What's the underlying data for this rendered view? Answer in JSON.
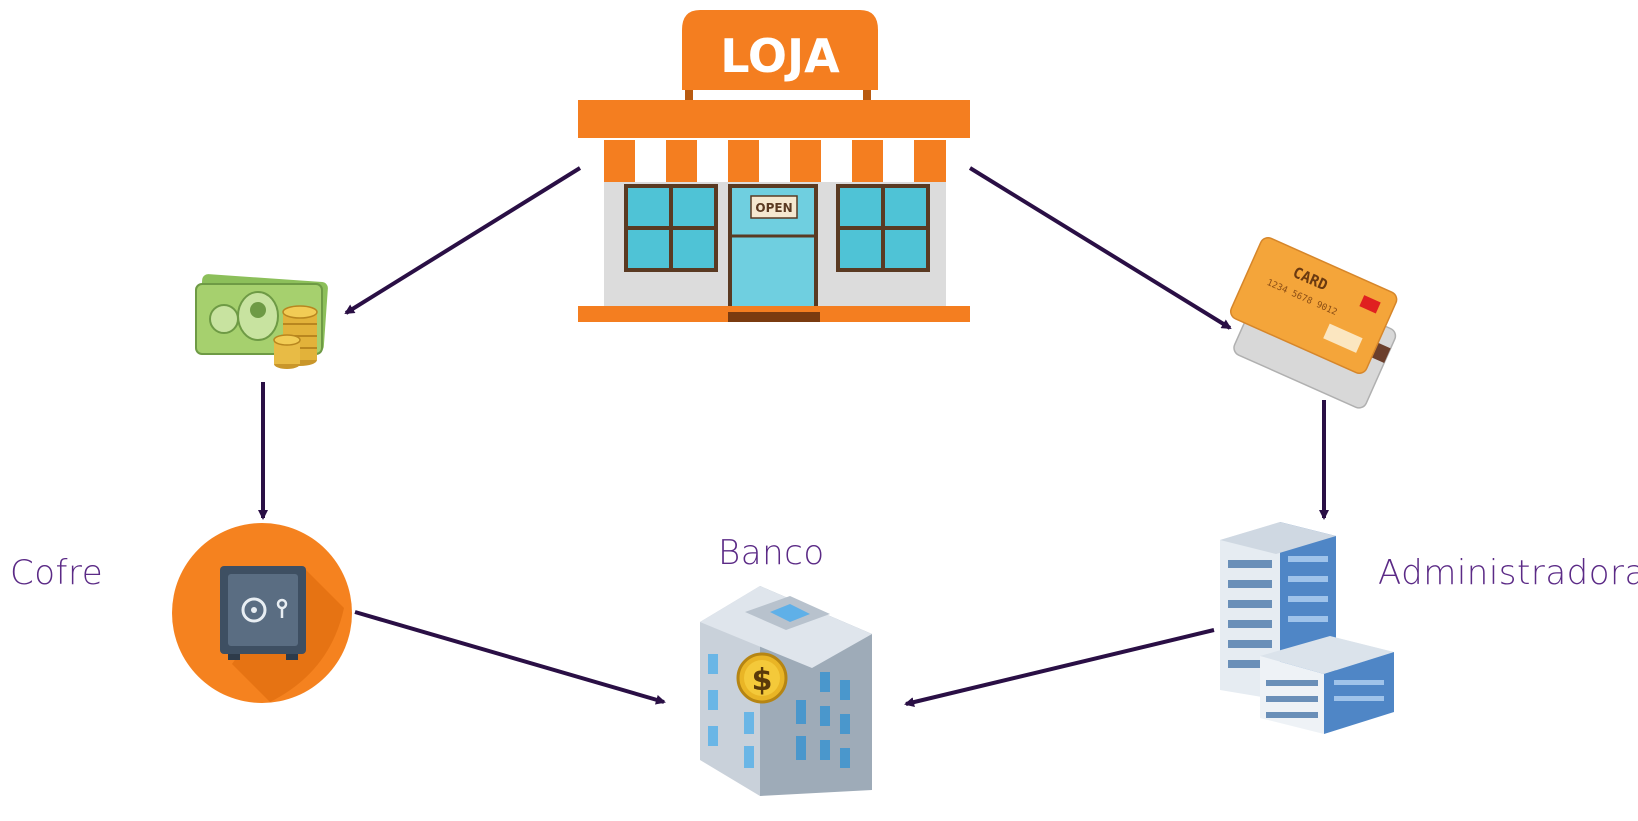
{
  "store": {
    "sign": "LOJA",
    "door_sign": "OPEN"
  },
  "card": {
    "title": "CARD",
    "number": "1234 5678 9012"
  },
  "labels": {
    "cofre": "Cofre",
    "banco": "Banco",
    "administradoras": "Administradoras"
  },
  "bank_symbol": "$",
  "colors": {
    "arrow": "#2a0f45",
    "label": "#5b2a86",
    "orange": "#f5821f"
  }
}
